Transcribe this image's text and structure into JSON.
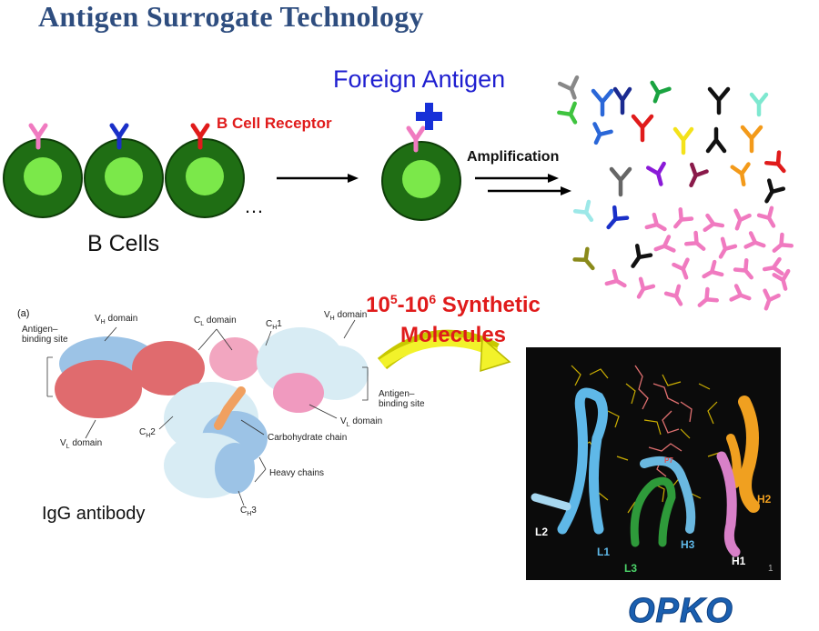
{
  "slide": {
    "title": "Antigen Surrogate Technology",
    "foreign_antigen": "Foreign Antigen",
    "b_cell_receptor": "B Cell Receptor",
    "amplification": "Amplification",
    "b_cells": "B Cells",
    "ellipsis": "…",
    "synthetic_line1_base1": "10",
    "synthetic_line1_exp1": "5",
    "synthetic_line1_dash": "-10",
    "synthetic_line1_exp2": "6",
    "synthetic_line1_rest": " Synthetic",
    "synthetic_line2": "Molecules",
    "igg_antibody": "IgG antibody",
    "logo": "OPKO",
    "slide_number": "1"
  },
  "antibody_figure": {
    "panel": "(a)",
    "labels": {
      "antigen_binding_left": "Antigen–",
      "antigen_binding_left2": "binding site",
      "vh_left": "V",
      "vh_left_sub": "H",
      "vh_left_rest": " domain",
      "cl": "C",
      "cl_sub": "L",
      "cl_rest": " domain",
      "ch1": "C",
      "ch1_sub": "H",
      "ch1_rest": "1",
      "vh_right": "V",
      "vh_right_sub": "H",
      "vh_right_rest": " domain",
      "antigen_binding_right": "Antigen–",
      "antigen_binding_right2": "binding site",
      "vl_right": "V",
      "vl_right_sub": "L",
      "vl_right_rest": " domain",
      "vl_left": "V",
      "vl_left_sub": "L",
      "vl_left_rest": " domain",
      "ch2": "C",
      "ch2_sub": "H",
      "ch2_rest": "2",
      "carbohydrate": "Carbohydrate chain",
      "heavy_chains": "Heavy chains",
      "ch3": "C",
      "ch3_sub": "H",
      "ch3_rest": "3"
    }
  },
  "structure_labels": {
    "l1": "L1",
    "l2": "L2",
    "l3": "L3",
    "h1": "H1",
    "h2": "H2",
    "h3": "H3",
    "p7": "P7"
  },
  "colors": {
    "title": "#2e4d7f",
    "cell_outer": "#1f6e14",
    "cell_inner": "#7be84a",
    "receptor_pink": "#f07ac0",
    "receptor_blue": "#1a30c8",
    "receptor_red": "#e01b1b",
    "antigen_blue": "#1730d8",
    "logo": "#1a5fb0"
  }
}
